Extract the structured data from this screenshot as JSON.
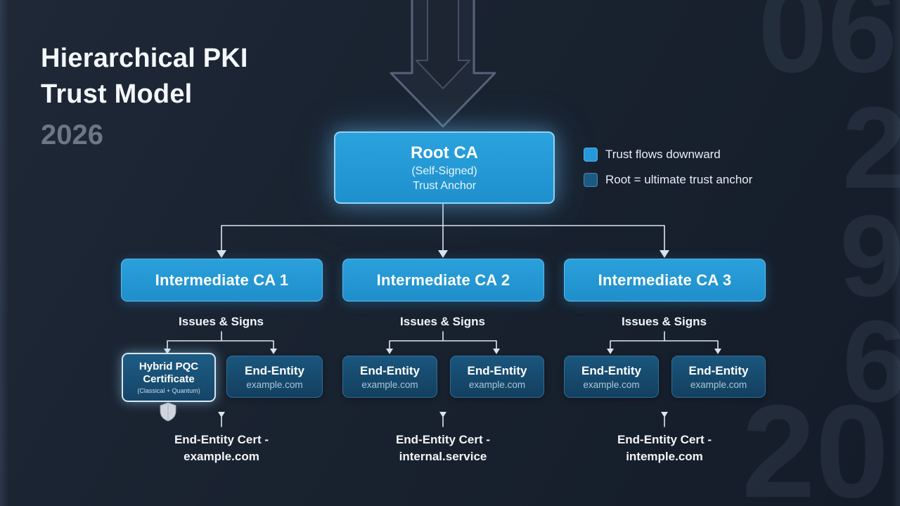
{
  "header": {
    "title_line1": "Hierarchical PKI",
    "title_line2": "Trust Model",
    "year": "2026"
  },
  "root": {
    "title": "Root CA",
    "subtitle": "(Self-Signed)",
    "subtitle2": "Trust Anchor"
  },
  "legend": {
    "items": [
      {
        "label": "Trust flows downward",
        "color": "#2499d9"
      },
      {
        "label": "Root = ultimate trust anchor",
        "color": "#1b5a83"
      }
    ]
  },
  "intermediates": [
    {
      "label": "Intermediate CA 1"
    },
    {
      "label": "Intermediate CA 2"
    },
    {
      "label": "Intermediate CA 3"
    }
  ],
  "issues_label": "Issues & Signs",
  "children": {
    "hybrid": {
      "line1": "Hybrid PQC",
      "line2": "Certificate",
      "line3": "(Classical + Quantum)"
    },
    "end_entity": {
      "title": "End-Entity",
      "domain": "example.com"
    }
  },
  "bottom_labels": [
    {
      "line1": "End-Entity Cert -",
      "line2": "example.com"
    },
    {
      "line1": "End-Entity Cert -",
      "line2": "internal.service"
    },
    {
      "line1": "End-Entity Cert -",
      "line2": "intemple.com"
    }
  ],
  "decor": {
    "digits": [
      "06",
      "2",
      "9",
      "6",
      "20"
    ]
  },
  "icons": {
    "down_arrow_icon": "⬇",
    "shield_icon": "🛡",
    "up_arrow_icon": "↑"
  },
  "colors": {
    "background": "#19222f",
    "node_blue": "#2196d4",
    "node_dark_blue": "#15486c",
    "glow": "#7cc8ff",
    "connector": "#dde5ee"
  }
}
